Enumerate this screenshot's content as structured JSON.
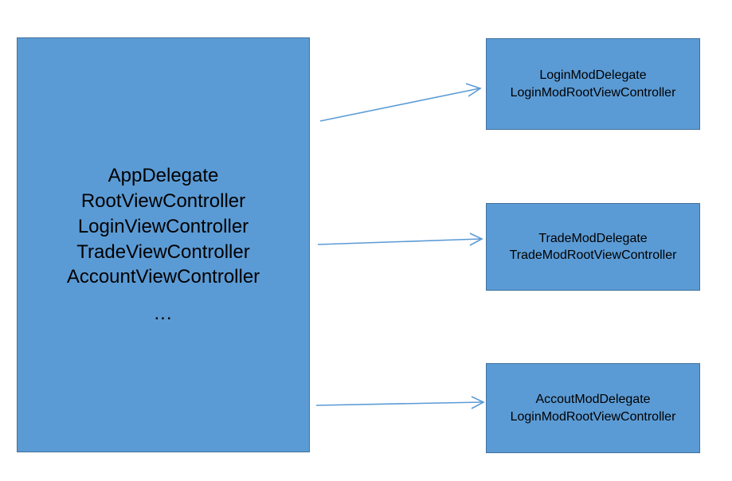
{
  "diagram": {
    "type": "block-diagram",
    "background_color": "#FFFFFF",
    "node_fill_color": "#5B9BD5",
    "node_border_color": "#41719C",
    "arrow_color": "#5B9BD5",
    "text_color": "#000000",
    "monolith": {
      "name": "monolithic-app-node",
      "lines": [
        "AppDelegate",
        "RootViewController",
        "LoginViewController",
        "TradeViewController",
        "AccountViewController"
      ],
      "ellipsis": "..."
    },
    "modules": [
      {
        "name": "login-module-node",
        "lines": [
          "LoginModDelegate",
          "LoginModRootViewController"
        ]
      },
      {
        "name": "trade-module-node",
        "lines": [
          "TradeModDelegate",
          "TradeModRootViewController"
        ]
      },
      {
        "name": "accout-module-node",
        "lines": [
          "AccoutModDelegate",
          "LoginModRootViewController"
        ]
      }
    ],
    "connectors": [
      {
        "name": "arrow-to-login-module"
      },
      {
        "name": "arrow-to-trade-module"
      },
      {
        "name": "arrow-to-accout-module"
      }
    ]
  }
}
